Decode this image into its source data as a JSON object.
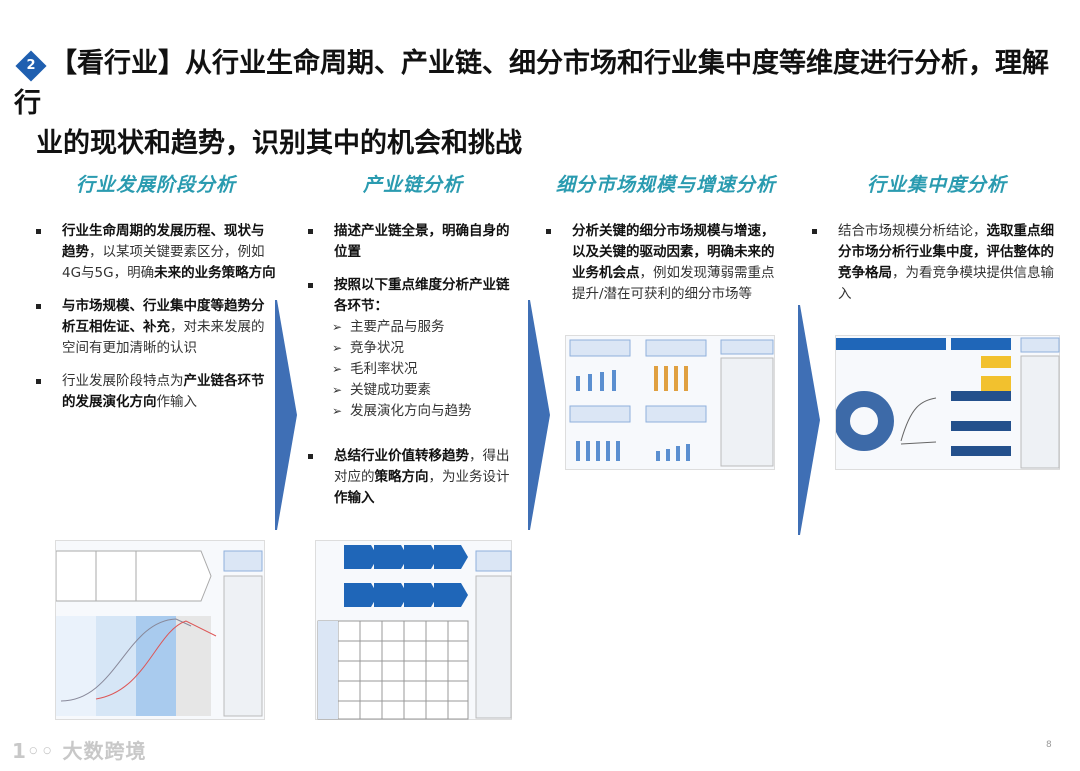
{
  "title": {
    "badge": "2",
    "line1": "【看行业】从行业生命周期、产业链、细分市场和行业集中度等维度进行分析，理解行",
    "line2": "业的现状和趋势，识别其中的机会和挑战"
  },
  "columns": [
    {
      "heading": "行业发展阶段分析",
      "bullets": [
        [
          {
            "t": "行业生命周期的发展历程、现状与趋势",
            "b": true
          },
          {
            "t": "，以某项关键要素区分，例如4G与5G，明确",
            "b": false
          },
          {
            "t": "未来的业务策略方向",
            "b": true
          }
        ],
        [
          {
            "t": "与市场规模、行业集中度等趋势分析互相佐证、补充",
            "b": true
          },
          {
            "t": "，对未来发展的空间有更加清晰的认识",
            "b": false
          }
        ],
        [
          {
            "t": "行业发展阶段特点为",
            "b": false
          },
          {
            "t": "产业链各环节的发展演化方向",
            "b": true
          },
          {
            "t": "作输入",
            "b": false
          }
        ]
      ]
    },
    {
      "heading": "产业链分析",
      "bullets": [
        [
          {
            "t": "描述产业链全景，明确自身的位置",
            "b": true
          }
        ],
        [
          {
            "t": "按照以下重点维度分析产业链各环节：",
            "b": true
          }
        ],
        [
          {
            "t": "总结行业价值转移趋势",
            "b": true
          },
          {
            "t": "，得出对应的",
            "b": false
          },
          {
            "t": "策略方向",
            "b": true
          },
          {
            "t": "，为业务设计",
            "b": false
          },
          {
            "t": "作输入",
            "b": true
          }
        ]
      ],
      "sub_items": [
        "主要产品与服务",
        "竞争状况",
        "毛利率状况",
        "关键成功要素",
        "发展演化方向与趋势"
      ]
    },
    {
      "heading": "细分市场规模与增速分析",
      "bullets": [
        [
          {
            "t": "分析关键的细分市场规模与增速，以及关键的驱动因素，明确未来的业务机会点",
            "b": true
          },
          {
            "t": "，例如发现薄弱需重点提升/潜在可获利的细分市场等",
            "b": false
          }
        ]
      ]
    },
    {
      "heading": "行业集中度分析",
      "bullets": [
        [
          {
            "t": "结合市场规模分析结论，",
            "b": false
          },
          {
            "t": "选取重点细分市场分析行业集中度，评估整体的竞争格局",
            "b": true
          },
          {
            "t": "，为看竞争模块提供信息输入",
            "b": false
          }
        ]
      ]
    }
  ],
  "watermark": "大数跨境",
  "page_number": "8",
  "colors": {
    "accent": "#1f66b8",
    "heading": "#2a9bb0"
  }
}
